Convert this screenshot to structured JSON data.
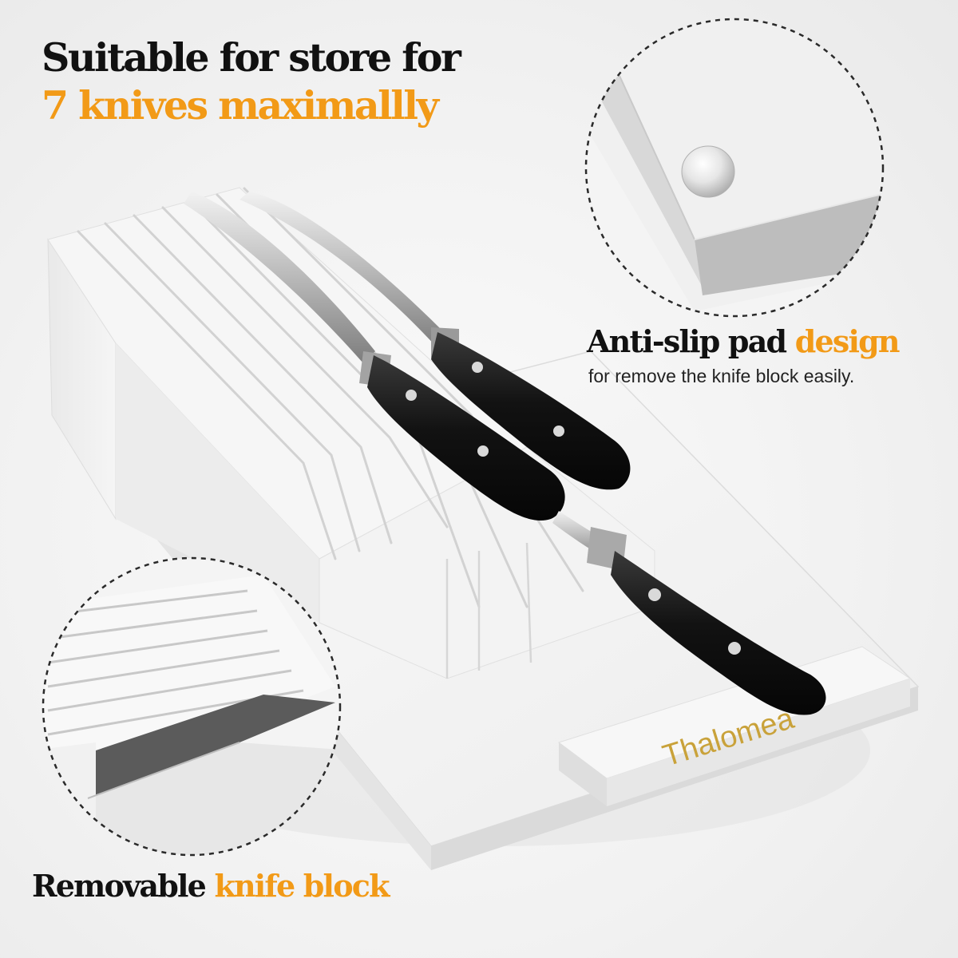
{
  "headline": {
    "line1": "Suitable for store for",
    "line2": "7 knives maximallly"
  },
  "callouts": {
    "anti_slip": {
      "strong": "Anti-slip pad",
      "accent": "design",
      "sub": "for remove the knife block easily."
    },
    "removable": {
      "strong": "Removable",
      "accent": "knife block"
    }
  },
  "product": {
    "brand_engraving": "Thalomea",
    "slots": 7,
    "knives_shown": 3
  },
  "colors": {
    "accent": "#f29a17",
    "text": "#111111",
    "block": "#f4f4f4",
    "handle": "#141414",
    "engraving": "#c9a23a"
  }
}
